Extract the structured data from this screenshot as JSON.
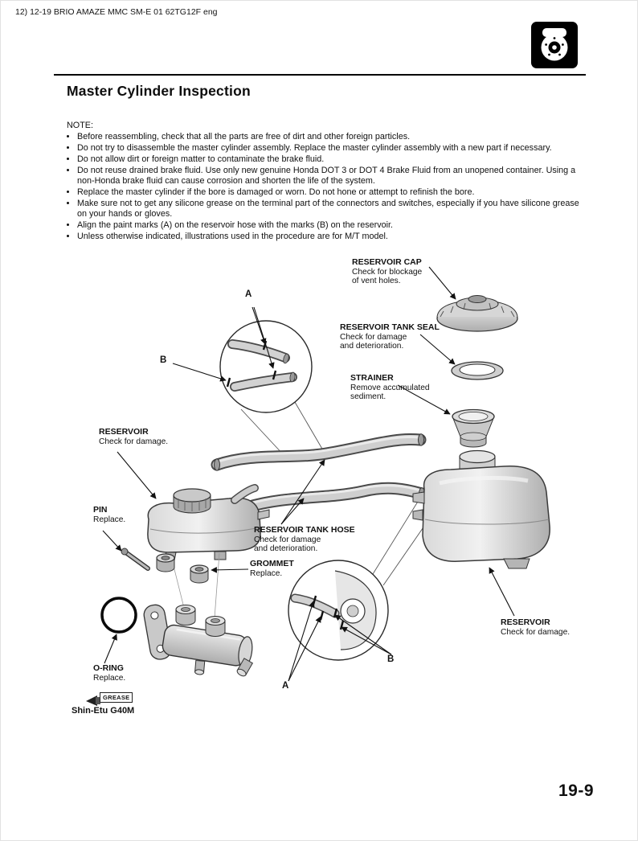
{
  "page": {
    "title": "Master Cylinder Inspection"
  },
  "header": {
    "document_code": "12) 12-19 BRIO AMAZE MMC SM-E 01 62TG12F eng",
    "section_icon": "brake-disc-icon"
  },
  "note": {
    "label": "NOTE:",
    "items": [
      "Before reassembling, check that all the parts are free of dirt and other foreign particles.",
      "Do not try to disassemble the master cylinder assembly. Replace the master cylinder assembly with a new part if necessary.",
      "Do not allow dirt or foreign matter to contaminate the brake fluid.",
      "Do not reuse drained brake fluid. Use only new genuine Honda DOT 3 or DOT 4 Brake Fluid from an unopened container. Using a non-Honda brake fluid can cause corrosion and shorten the life of the system.",
      "Replace the master cylinder if the bore is damaged or worn. Do not hone or attempt to refinish the bore.",
      "Make sure not to get any silicone grease on the terminal part of the connectors and switches, especially if you have silicone grease on your hands or gloves.",
      "Align the paint marks (A) on the reservoir hose with the marks (B) on the reservoir.",
      "Unless otherwise indicated, illustrations used in the procedure are for M/T model."
    ]
  },
  "diagram": {
    "callout_a": "A",
    "callout_b": "B",
    "grease_box_label": "GREASE",
    "grease_product": "Shin-Etu G40M",
    "parts": [
      {
        "id": "reservoir-cap",
        "title": "RESERVOIR CAP",
        "desc": "Check for blockage\nof vent holes."
      },
      {
        "id": "reservoir-tank-seal",
        "title": "RESERVOIR TANK SEAL",
        "desc": "Check for damage\nand deterioration."
      },
      {
        "id": "strainer",
        "title": "STRAINER",
        "desc": "Remove accumulated\nsediment."
      },
      {
        "id": "reservoir-left",
        "title": "RESERVOIR",
        "desc": "Check for damage."
      },
      {
        "id": "pin",
        "title": "PIN",
        "desc": "Replace."
      },
      {
        "id": "reservoir-tank-hose",
        "title": "RESERVOIR TANK HOSE",
        "desc": "Check for damage\nand deterioration."
      },
      {
        "id": "grommet",
        "title": "GROMMET",
        "desc": "Replace."
      },
      {
        "id": "o-ring",
        "title": "O-RING",
        "desc": "Replace."
      },
      {
        "id": "reservoir-right",
        "title": "RESERVOIR",
        "desc": "Check for damage."
      }
    ]
  },
  "footer": {
    "page_number": "19-9"
  }
}
